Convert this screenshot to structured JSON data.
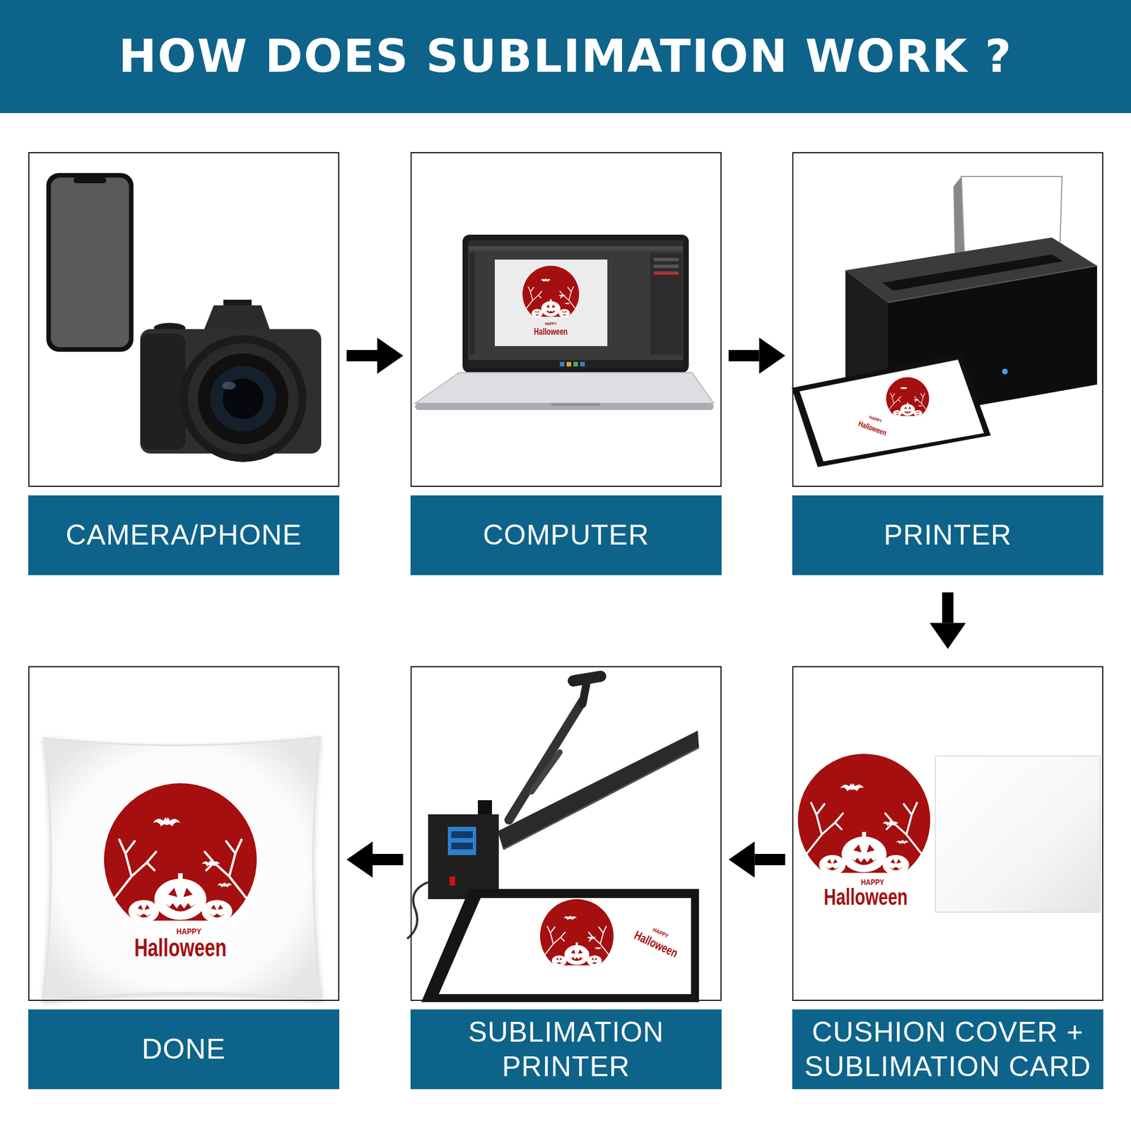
{
  "diagram": {
    "title": "HOW DOES SUBLIMATION WORK ?",
    "nodes": [
      {
        "text": [
          "CAMERA/PHONE"
        ]
      },
      {
        "text": [
          "COMPUTER"
        ]
      },
      {
        "text": [
          "PRINTER"
        ]
      },
      {
        "text": [
          "CUSHION COVER + SUBLIMATION CARD"
        ]
      },
      {
        "text": [
          "SUBLIMATION PRINTER"
        ]
      },
      {
        "text": [
          "DONE"
        ]
      }
    ],
    "edges": [
      {
        "from": 0,
        "to": 1,
        "arrow": "to"
      },
      {
        "from": 1,
        "to": 2,
        "arrow": "to"
      },
      {
        "from": 2,
        "to": 3,
        "arrow": "to"
      },
      {
        "from": 3,
        "to": 4,
        "arrow": "to"
      },
      {
        "from": 4,
        "to": 5,
        "arrow": "to"
      }
    ],
    "labels": [
      "HAPPY",
      "Halloween",
      "HAPPY",
      "Halloween",
      "HAPPY",
      "Halloween",
      "HAPPY",
      "Halloween",
      "HAPPY",
      "Halloween"
    ]
  }
}
